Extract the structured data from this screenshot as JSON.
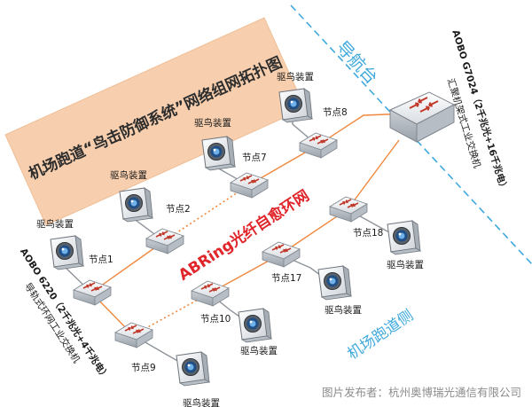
{
  "banner": {
    "title": "机场跑道“鸟击防御系统”网络组网拓扑图"
  },
  "zones": {
    "tower": "导航台",
    "runway": "机场跑道侧"
  },
  "ring_label": "ABRing光纤自愈环网",
  "core_switch": {
    "model": "AOBO G7024（2千兆光+16千兆电）",
    "desc": "汇聚机架式工业交换机"
  },
  "edge_switch": {
    "model": "AOBO 6220（2千兆光+4千兆电）",
    "desc": "导轨式环网工业交换机"
  },
  "nodes": [
    {
      "id": "n1",
      "label": "节点1"
    },
    {
      "id": "n2",
      "label": "节点2"
    },
    {
      "id": "n7",
      "label": "节点7"
    },
    {
      "id": "n8",
      "label": "节点8"
    },
    {
      "id": "n9",
      "label": "节点9"
    },
    {
      "id": "n10",
      "label": "节点10"
    },
    {
      "id": "n17",
      "label": "节点17"
    },
    {
      "id": "n18",
      "label": "节点18"
    }
  ],
  "device_label": "驱鸟装置",
  "footer": "图片发布者：杭州奥博瑞光通信有限公司",
  "colors": {
    "banner_bg": "#f7cfae",
    "zone_line": "#3fa9dc",
    "zone_text": "#3fa9dc",
    "fiber": "#f0883e",
    "ring_text": "#e0262b",
    "footer_text": "#8c8c8c"
  }
}
